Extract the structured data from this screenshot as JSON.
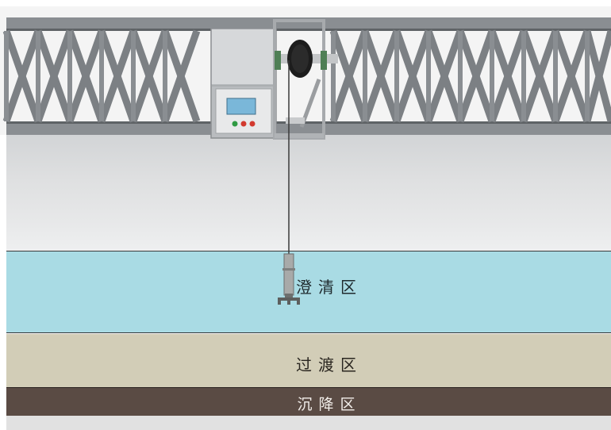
{
  "zones": {
    "clear_label": "澄清区",
    "transition_label": "过渡区",
    "settle_label": "沉降区"
  },
  "colors": {
    "clear_zone": "#a9dbe4",
    "transition_zone": "#d2cdb7",
    "settle_zone": "#5a4b44",
    "truss": "#7c8084",
    "wall": "#dfe0e1",
    "controller_screen": "#7ab7d9"
  },
  "device": {
    "controller_buttons": [
      "green",
      "red",
      "red"
    ]
  }
}
